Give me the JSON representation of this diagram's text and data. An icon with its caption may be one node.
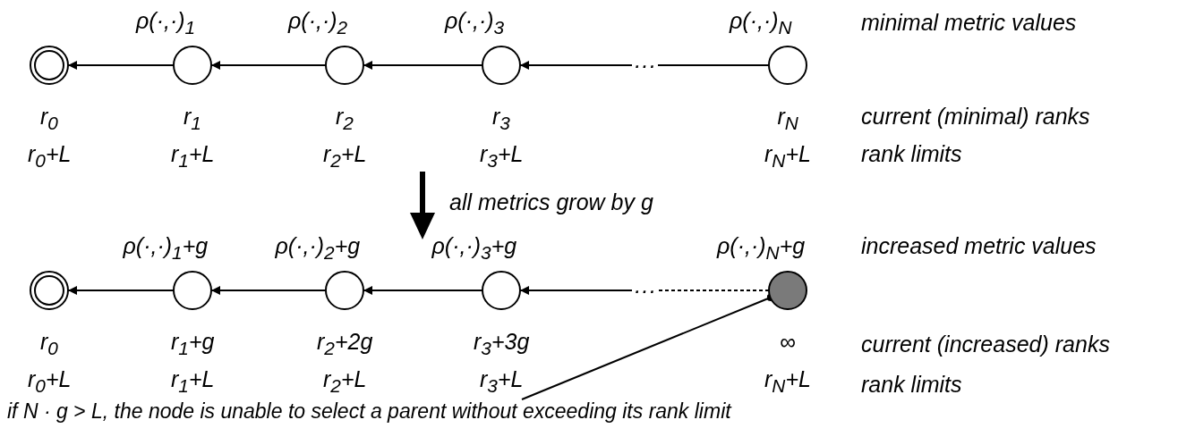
{
  "diagram": {
    "nodes": [
      {
        "text": [],
        "shape": "circle",
        "beside": [
          "r$_{0}$",
          "r$_{0}$+L"
        ]
      },
      {
        "text": [],
        "shape": "circle",
        "beside": [
          "ρ(·,·)$_{1}$",
          "r$_{1}$",
          "r$_{1}$+L"
        ]
      },
      {
        "text": [],
        "shape": "circle",
        "beside": [
          "ρ(·,·)$_{2}$",
          "r$_{2}$",
          "r$_{2}$+L"
        ]
      },
      {
        "text": [],
        "shape": "circle",
        "beside": [
          "ρ(·,·)$_{3}$",
          "r$_{3}$",
          "r$_{3}$+L"
        ]
      },
      {
        "text": [
          "···"
        ]
      },
      {
        "text": [],
        "shape": "circle",
        "beside": [
          "ρ(·,·)$_{N}$",
          "r$_{N}$",
          "r$_{N}$+L"
        ]
      },
      {
        "text": [],
        "shape": "circle",
        "beside": [
          "r$_{0}$",
          "r$_{0}$+L"
        ]
      },
      {
        "text": [],
        "shape": "circle",
        "beside": [
          "ρ(·,·)$_{1}$+g",
          "r$_{1}$+g",
          "r$_{1}$+L"
        ]
      },
      {
        "text": [],
        "shape": "circle",
        "beside": [
          "ρ(·,·)$_{2}$+g",
          "r$_{2}$+2g",
          "r$_{2}$+L"
        ]
      },
      {
        "text": [],
        "shape": "circle",
        "beside": [
          "ρ(·,·)$_{3}$+g",
          "r$_{3}$+3g",
          "r$_{3}$+L"
        ]
      },
      {
        "text": [
          "···"
        ]
      },
      {
        "text": [],
        "shape": "circle",
        "beside": [
          "ρ(·,·)$_{N}$+g",
          "∞",
          "r$_{N}$+L"
        ]
      },
      {
        "text": [
          "if N · g > L, the node is unable to select a parent without exceeding its rank limit"
        ]
      }
    ],
    "edges": [
      {
        "from": 1,
        "to": 0,
        "arrow": "to"
      },
      {
        "from": 2,
        "to": 1,
        "arrow": "to"
      },
      {
        "from": 3,
        "to": 2,
        "arrow": "to"
      },
      {
        "from": 4,
        "to": 3,
        "arrow": "to"
      },
      {
        "from": 5,
        "to": 4,
        "arrow": "none"
      },
      {
        "from": 7,
        "to": 6,
        "arrow": "to"
      },
      {
        "from": 8,
        "to": 7,
        "arrow": "to"
      },
      {
        "from": 9,
        "to": 8,
        "arrow": "to"
      },
      {
        "from": 10,
        "to": 9,
        "arrow": "to"
      },
      {
        "from": 11,
        "to": 10,
        "arrow": "none",
        "style": "dashed"
      },
      {
        "from": 12,
        "to": 11,
        "arrow": "other"
      }
    ],
    "labels": [
      "minimal metric values",
      "current (minimal) ranks",
      "rank limits",
      "all metrics grow by g",
      "increased metric values",
      "current (increased) ranks",
      "rank limits"
    ]
  }
}
